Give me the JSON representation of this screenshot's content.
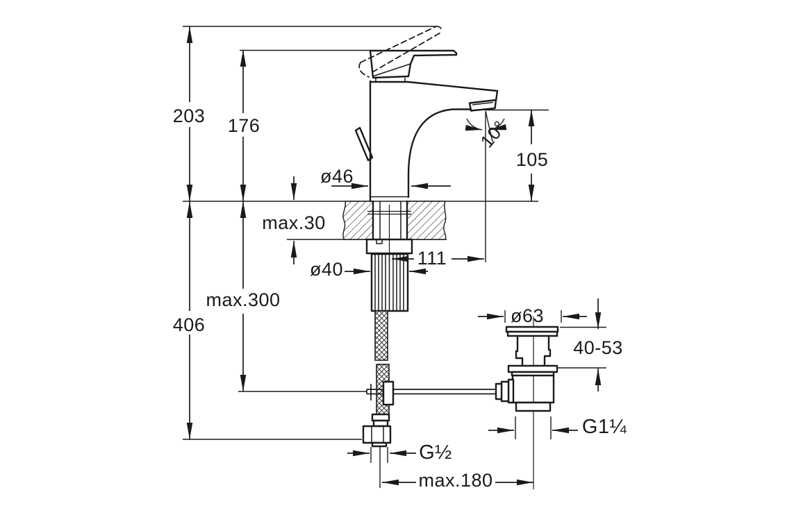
{
  "drawing": {
    "type": "technical-dimension-drawing",
    "subject": "single lever basin mixer with pop-up waste",
    "background": "#ffffff",
    "line_color": "#1a1a1a",
    "labels": {
      "total_height": "203",
      "handle_height": "176",
      "spout_clearance": "105",
      "spout_angle": "10°",
      "body_diameter": "ø46",
      "deck_thickness": "max.30",
      "shank_diameter": "ø40",
      "spout_reach": "111",
      "hose_drop": "max.300",
      "below_deck_height": "406",
      "waste_flange_diameter": "ø63",
      "basin_thickness_range": "40-53",
      "supply_connection": "G½",
      "waste_connection": "G1¼",
      "rod_to_waste_distance": "max.180"
    }
  }
}
